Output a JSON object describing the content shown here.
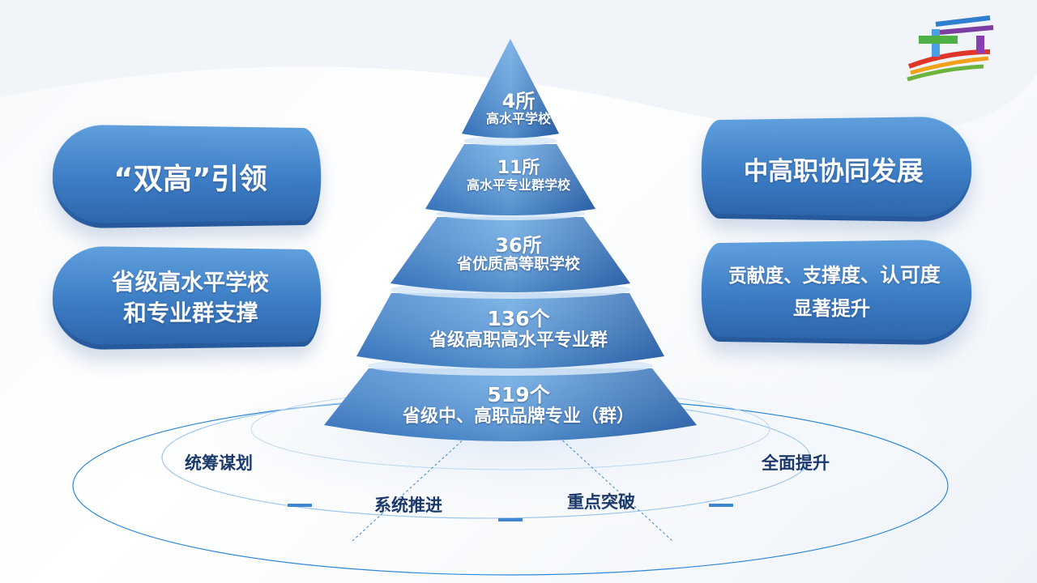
{
  "pyramid": [
    {
      "count": "4所",
      "label": "高水平学校"
    },
    {
      "count": "11所",
      "label": "高水平专业群学校"
    },
    {
      "count": "36所",
      "label": "省优质高等职学校"
    },
    {
      "count": "136个",
      "label": "省级高职高水平专业群"
    },
    {
      "count": "519个",
      "label": "省级中、高职品牌专业（群）"
    }
  ],
  "left_pills": [
    {
      "text": "“双高”引领"
    },
    {
      "line1": "省级高水平学校",
      "line2": "和专业群支撑"
    }
  ],
  "right_pills": [
    {
      "text": "中高职协同发展"
    },
    {
      "line1": "贡献度、支撑度、认可度",
      "line2": "显著提升"
    }
  ],
  "ring_labels": [
    "统筹谋划",
    "系统推进",
    "重点突破",
    "全面提升"
  ],
  "colors": {
    "tier_top": "#6aa9e4",
    "tier_bottom": "#2a64ae",
    "ring_text": "#1b3a6b"
  }
}
